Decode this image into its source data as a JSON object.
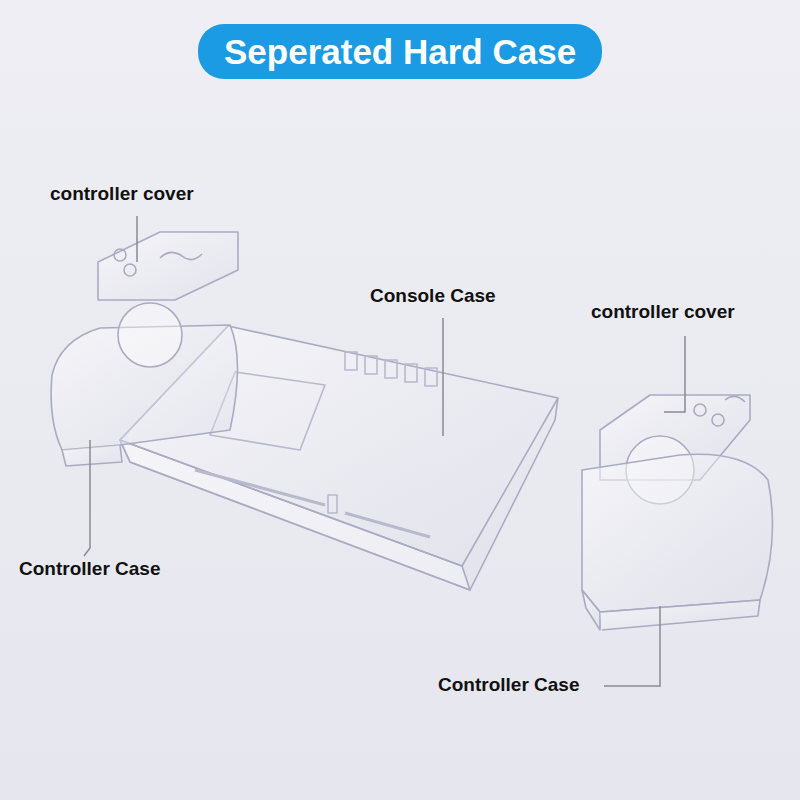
{
  "diagram": {
    "title": "Seperated Hard Case",
    "labels": [
      "controller cover",
      "Console Case",
      "controller cover",
      "Controller Case",
      "Controller Case"
    ]
  }
}
